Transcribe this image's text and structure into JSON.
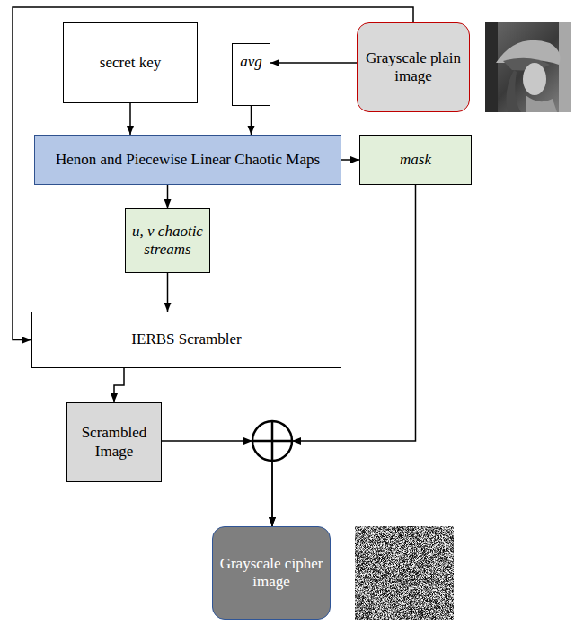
{
  "diagram": {
    "nodes": [
      {
        "text": [
          "secret key"
        ]
      },
      {
        "text": [
          "avg"
        ]
      },
      {
        "text": [
          "Grayscale plain image"
        ]
      },
      {
        "text": [
          "Henon and Piecewise Linear Chaotic Maps"
        ]
      },
      {
        "text": [
          "mask"
        ]
      },
      {
        "text": [
          "u, v chaotic streams"
        ]
      },
      {
        "text": [
          "IERBS Scrambler"
        ]
      },
      {
        "text": [
          "Scrambled Image"
        ]
      },
      {
        "text": [
          "Grayscale cipher image"
        ]
      }
    ],
    "edges": [
      {
        "from": 0,
        "to": 3,
        "arrow": "to"
      },
      {
        "from": 1,
        "to": 3,
        "arrow": "to"
      },
      {
        "from": 2,
        "to": 1,
        "arrow": "to"
      },
      {
        "from": 2,
        "to": 6,
        "arrow": "to"
      },
      {
        "from": 3,
        "to": 4,
        "arrow": "to"
      },
      {
        "from": 3,
        "to": 5,
        "arrow": "to"
      },
      {
        "from": 5,
        "to": 6,
        "arrow": "to"
      },
      {
        "from": 6,
        "to": 7,
        "arrow": "to"
      },
      {
        "from": 7,
        "to": 8,
        "arrow": "to"
      },
      {
        "from": 4,
        "to": 8,
        "arrow": "to"
      }
    ]
  }
}
